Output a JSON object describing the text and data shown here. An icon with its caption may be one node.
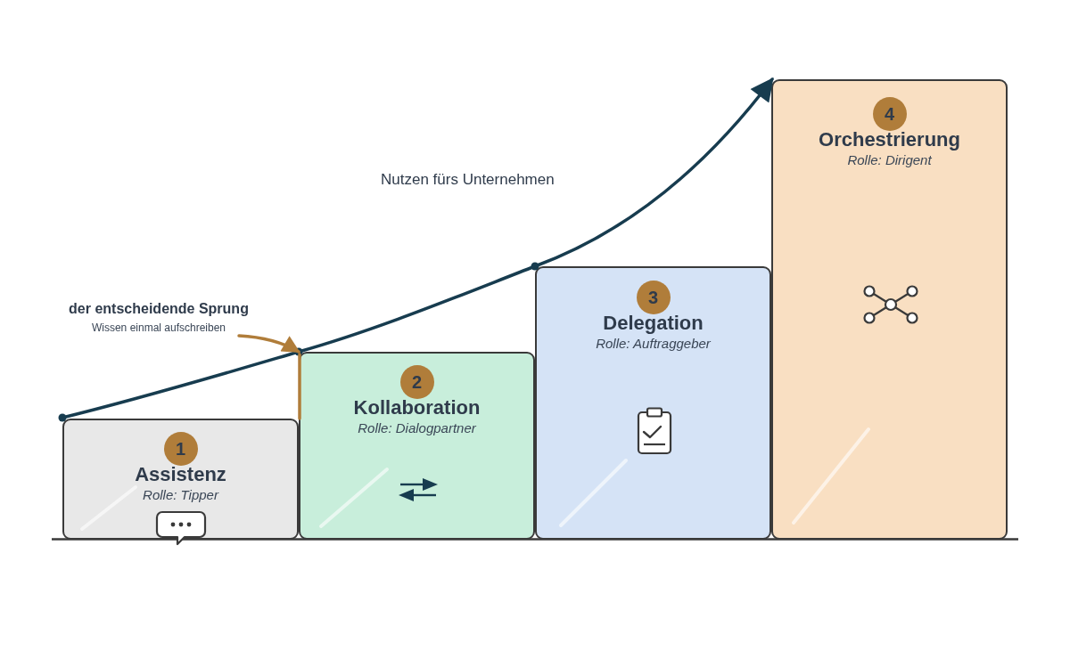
{
  "diagram": {
    "nodes": [
      {
        "text": [
          "Assistenz",
          "Rolle: Tipper"
        ]
      },
      {
        "text": [
          "1"
        ],
        "in": 0
      },
      {
        "text": [
          "Kollaboration",
          "Rolle: Dialogpartner"
        ]
      },
      {
        "text": [
          "2"
        ],
        "in": 2
      },
      {
        "text": [
          "Delegation",
          "Rolle: Auftraggeber"
        ]
      },
      {
        "text": [
          "3"
        ],
        "in": 4
      },
      {
        "text": [
          "Orchestrierung",
          "Rolle: Dirigent"
        ]
      },
      {
        "text": [
          "4"
        ],
        "in": 6
      },
      {
        "text": [
          "der entscheidende Sprung",
          "Wissen einmal aufschreiben"
        ]
      }
    ],
    "edges": [
      {
        "from": 0,
        "to": 6,
        "arrow": "to",
        "label": "Nutzen fürs Unternehmen",
        "color": "#173c4f"
      },
      {
        "from": 8,
        "to": 2,
        "arrow": "to"
      },
      {
        "from": 0,
        "to": 2,
        "arrow": "none"
      }
    ]
  }
}
